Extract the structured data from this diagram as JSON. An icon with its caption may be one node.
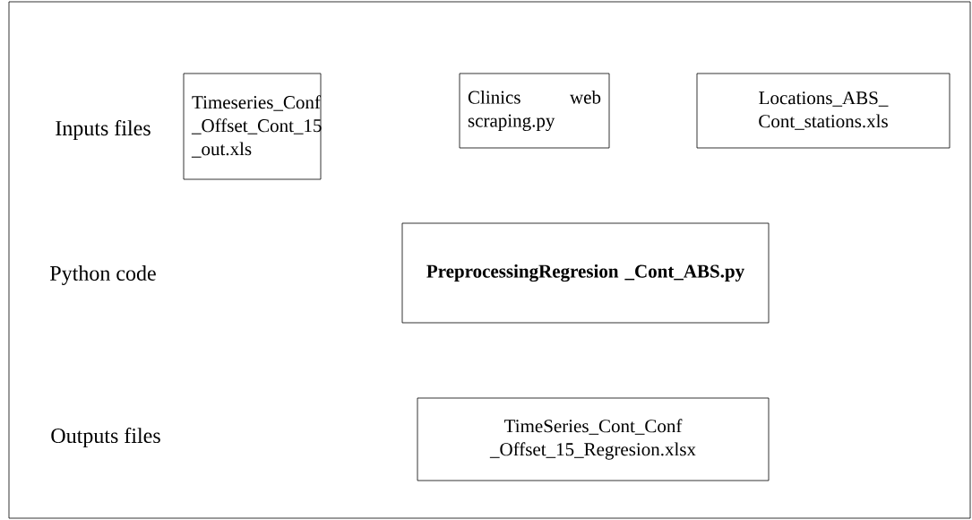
{
  "diagram": {
    "nodes": [
      {
        "text": [
          "Timeseries_Conf _Offset_Cont_15 _out.xls"
        ]
      },
      {
        "text": [
          "Clinics web scraping.py"
        ]
      },
      {
        "text": [
          "Locations_ABS_ Cont_stations.xls"
        ]
      },
      {
        "text": [
          "PreprocessingRegresion _Cont_ABS.py"
        ]
      },
      {
        "text": [
          "TimeSeries_Cont_Conf _Offset_15_Regresion.xlsx"
        ]
      }
    ],
    "labels": [
      "Inputs files",
      "Python code",
      "Outputs files"
    ]
  }
}
